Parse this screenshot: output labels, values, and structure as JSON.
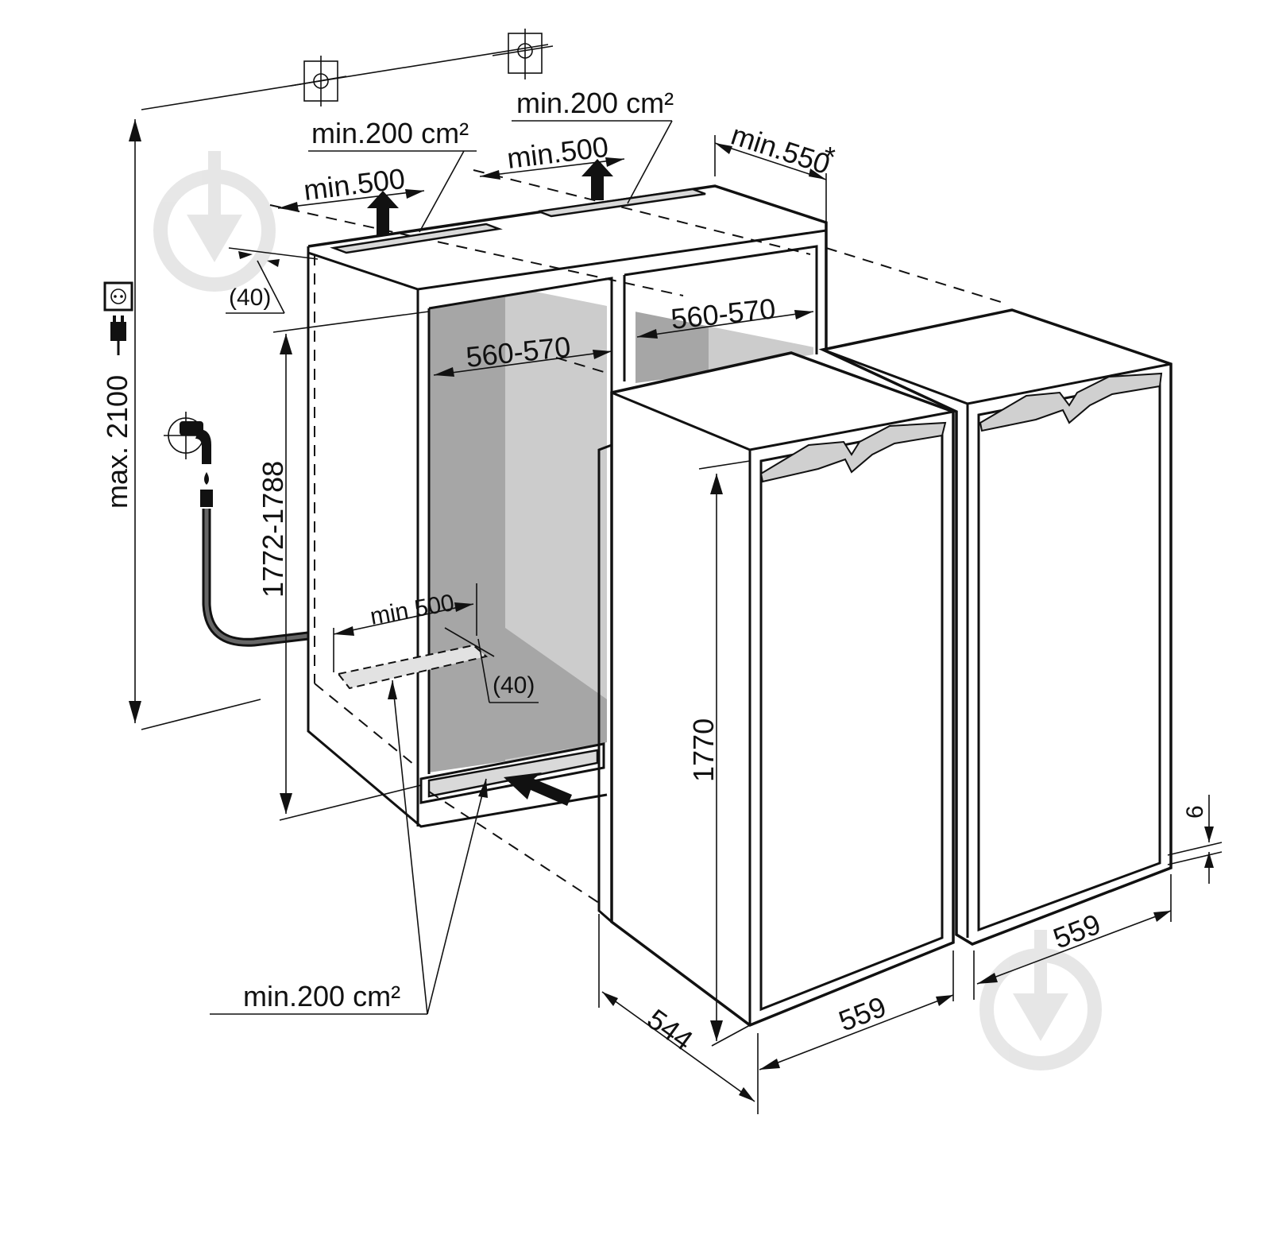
{
  "labels": {
    "vent_top_left_area": "min.200 cm²",
    "vent_top_left_depth": "min.500",
    "vent_top_right_area": "min.200 cm²",
    "vent_top_right_depth": "min.500",
    "side_depth": "min.550",
    "side_depth_note": "*",
    "top_gap": "(40)",
    "niche_width_left": "560-570",
    "niche_width_right": "560-570",
    "niche_height": "1772-1788",
    "max_height": "max. 2100",
    "bottom_depth": "min 500",
    "bottom_gap": "(40)",
    "bottom_vent_area": "min.200 cm²",
    "appliance_height": "1770",
    "appliance_depth": "544",
    "appliance_width_left": "559",
    "appliance_width_right": "559",
    "door_gap": "6"
  },
  "colors": {
    "line": "#111111",
    "niche_shade_dark": "#a6a6a6",
    "niche_shade_light": "#cccccc",
    "vent_fill": "#d9d9d9",
    "watermark": "#e4e4e4"
  },
  "icons": {
    "socket": "power-socket-icon",
    "plug": "power-plug-icon",
    "water": "water-tap-icon",
    "watermark": "watermark-logo-icon"
  }
}
